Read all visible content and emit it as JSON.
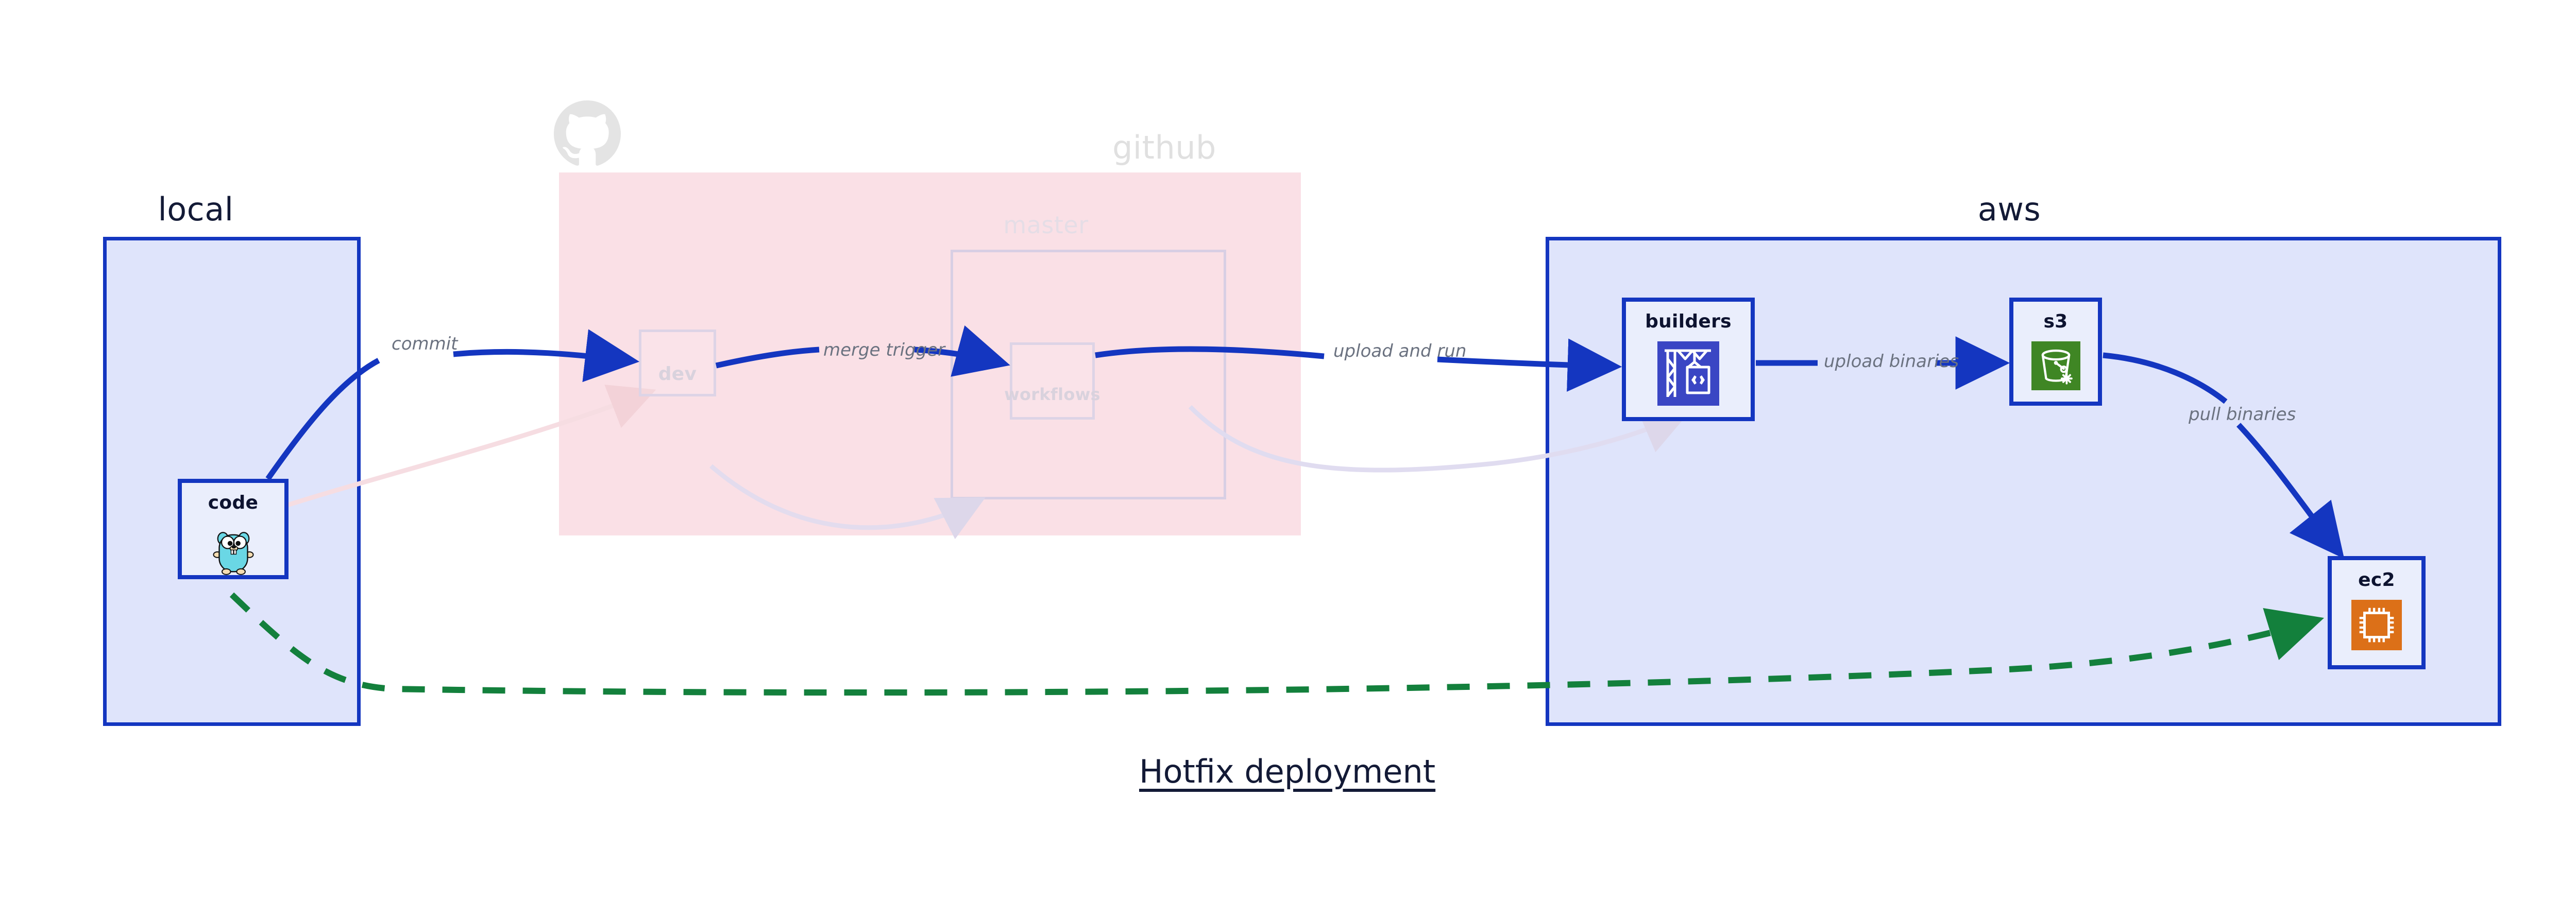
{
  "title": "Hotfix deployment",
  "colors": {
    "blue_border": "#1436c0",
    "blue_fill": "#dfe4fb",
    "node_fill": "#eaeefc",
    "pink_fill": "#fae0e6",
    "ghost_border": "#ddd4e6",
    "green_dashed": "#13803c",
    "label_gray": "#6b7280",
    "text_dark": "#131a36",
    "builders_icon": "#3a46c4",
    "s3_icon": "#3f8624",
    "ec2_icon": "#dc7018",
    "gopher_body": "#6ad7e5",
    "github_logo": "#e4e4e4"
  },
  "zones": [
    {
      "id": "local",
      "label": "local"
    },
    {
      "id": "github",
      "label": "github"
    },
    {
      "id": "aws",
      "label": "aws"
    }
  ],
  "subzones": [
    {
      "id": "master",
      "label": "master"
    }
  ],
  "nodes": [
    {
      "id": "code",
      "label": "code",
      "icon": "go-gopher-icon",
      "state": "active"
    },
    {
      "id": "dev",
      "label": "dev",
      "icon": "none",
      "state": "ghost"
    },
    {
      "id": "workflows",
      "label": "workflows",
      "icon": "none",
      "state": "ghost"
    },
    {
      "id": "builders",
      "label": "builders",
      "icon": "crane-code-icon",
      "state": "active"
    },
    {
      "id": "s3",
      "label": "s3",
      "icon": "bucket-icon",
      "state": "active"
    },
    {
      "id": "ec2",
      "label": "ec2",
      "icon": "cpu-chip-icon",
      "state": "active"
    }
  ],
  "edges": [
    {
      "id": "commit",
      "label": "commit",
      "from": "code",
      "to": "dev",
      "style": "solid-blue"
    },
    {
      "id": "merge-trigger",
      "label": "merge trigger",
      "from": "dev",
      "to": "workflows",
      "style": "solid-blue"
    },
    {
      "id": "upload-and-run",
      "label": "upload and run",
      "from": "workflows",
      "to": "builders",
      "style": "solid-blue"
    },
    {
      "id": "upload-binaries",
      "label": "upload binaries",
      "from": "builders",
      "to": "s3",
      "style": "solid-blue"
    },
    {
      "id": "pull-binaries",
      "label": "pull binaries",
      "from": "s3",
      "to": "ec2",
      "style": "solid-blue"
    },
    {
      "id": "hotfix",
      "label": "",
      "from": "code",
      "to": "ec2",
      "style": "dashed-green"
    }
  ]
}
